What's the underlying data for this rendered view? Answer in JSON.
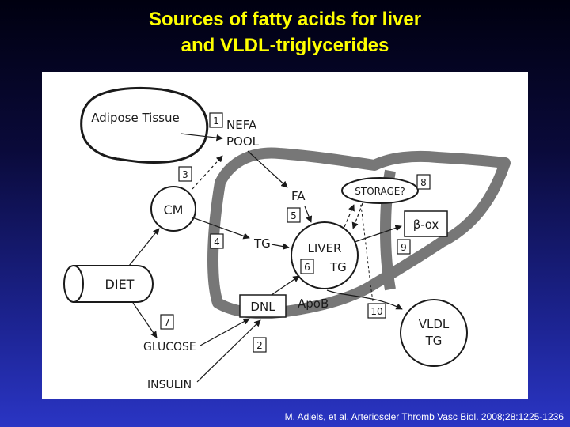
{
  "slide": {
    "title_line1": "Sources of fatty acids for liver",
    "title_line2": "and VLDL-triglycerides",
    "citation": "M. Adiels, et al. Arterioscler Thromb Vasc Biol. 2008;28:1225-1236"
  },
  "diagram": {
    "labels": {
      "adipose": "Adipose Tissue",
      "nefa": "NEFA",
      "pool": "POOL",
      "cm": "CM",
      "diet": "DIET",
      "fa": "FA",
      "storage": "STORAGE?",
      "beta_ox": "β-ox",
      "tg": "TG",
      "liver": "LIVER",
      "liver_tg": "TG",
      "dnl": "DNL",
      "apob": "ApoB",
      "vldl": "VLDL",
      "vldl_tg": "TG",
      "glucose": "GLUCOSE",
      "insulin": "INSULIN"
    },
    "numbers": [
      "1",
      "2",
      "3",
      "4",
      "5",
      "6",
      "7",
      "8",
      "9",
      "10"
    ]
  }
}
